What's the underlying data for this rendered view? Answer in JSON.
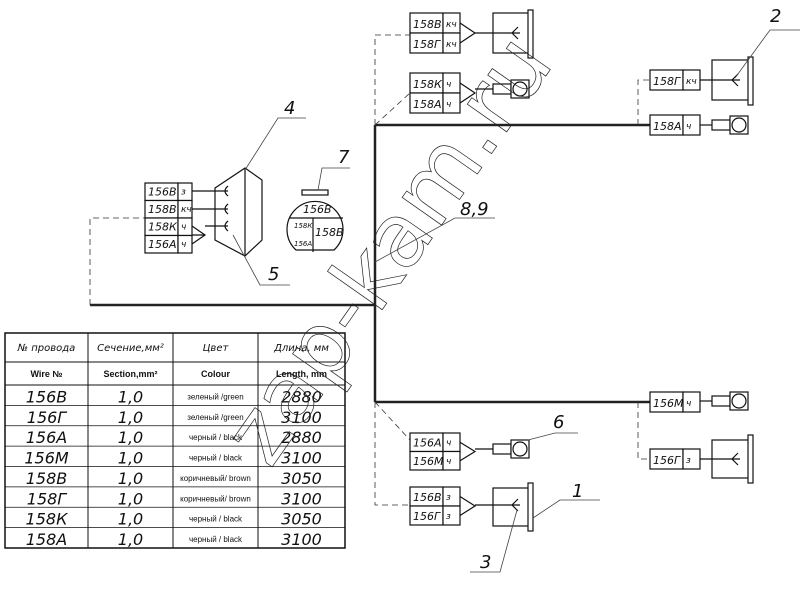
{
  "watermark": "zap-kam.ru",
  "callouts": {
    "c1": "1",
    "c2": "2",
    "c3": "3",
    "c4": "4",
    "c5": "5",
    "c6": "6",
    "c7": "7",
    "c89": "8,9"
  },
  "left_connector": {
    "rows": [
      {
        "wire": "156В",
        "color": "з"
      },
      {
        "wire": "158В",
        "color": "кч"
      },
      {
        "wire": "158К",
        "color": "ч"
      },
      {
        "wire": "156А",
        "color": "ч"
      }
    ]
  },
  "round_connector": {
    "top": "156В",
    "left_top": "158К",
    "left_bottom": "156А",
    "right": "158В"
  },
  "top_a": {
    "rows": [
      {
        "wire": "158В",
        "color": "кч"
      },
      {
        "wire": "158Г",
        "color": "кч"
      }
    ]
  },
  "top_b": {
    "rows": [
      {
        "wire": "158К",
        "color": "ч"
      },
      {
        "wire": "158А",
        "color": "ч"
      }
    ]
  },
  "right_top": [
    {
      "wire": "158Г",
      "color": "кч"
    },
    {
      "wire": "158А",
      "color": "ч"
    }
  ],
  "right_bottom": [
    {
      "wire": "156М",
      "color": "ч"
    },
    {
      "wire": "156Г",
      "color": "з"
    }
  ],
  "bottom_a": {
    "rows": [
      {
        "wire": "156А",
        "color": "ч"
      },
      {
        "wire": "156М",
        "color": "ч"
      }
    ]
  },
  "bottom_b": {
    "rows": [
      {
        "wire": "156В",
        "color": "з"
      },
      {
        "wire": "156Г",
        "color": "з"
      }
    ]
  },
  "table": {
    "headers_ru": [
      "№ провода",
      "Сечение,мм²",
      "Цвет",
      "Длина, мм"
    ],
    "headers_en": [
      "Wire №",
      "Section,mm²",
      "Colour",
      "Length, mm"
    ],
    "rows": [
      [
        "156В",
        "1,0",
        "зеленый /green",
        "2880"
      ],
      [
        "156Г",
        "1,0",
        "зеленый /green",
        "3100"
      ],
      [
        "156А",
        "1,0",
        "черный / black",
        "2880"
      ],
      [
        "156М",
        "1,0",
        "черный / black",
        "3100"
      ],
      [
        "158В",
        "1,0",
        "коричневый/ brown",
        "3050"
      ],
      [
        "158Г",
        "1,0",
        "коричневый/ brown",
        "3100"
      ],
      [
        "158К",
        "1,0",
        "черный / black",
        "3050"
      ],
      [
        "158А",
        "1,0",
        "черный / black",
        "3100"
      ]
    ]
  }
}
